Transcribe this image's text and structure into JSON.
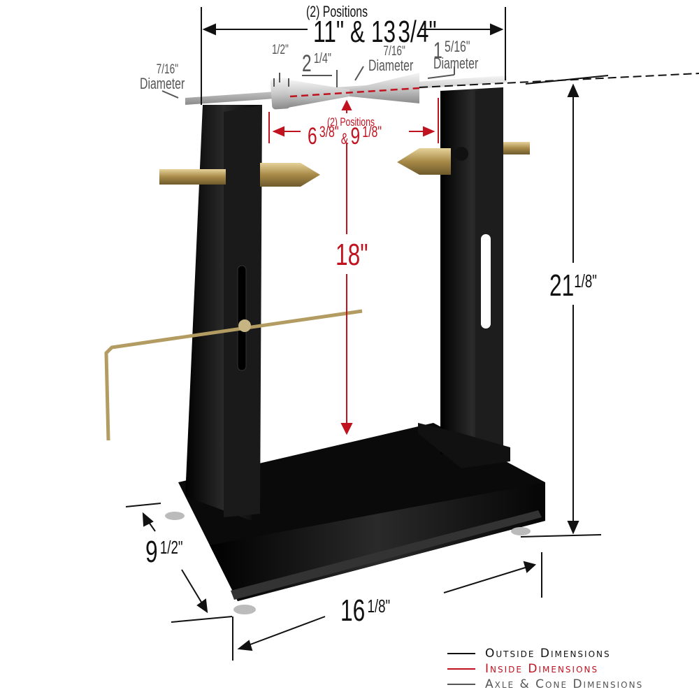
{
  "colors": {
    "outside": "#111111",
    "inside": "#c1121f",
    "axle_cone": "#555555",
    "stand_black": "#0d0d0d",
    "brass": "#b89a5a",
    "silver": "#d9d9d9"
  },
  "dimensions": {
    "top_width": {
      "note": "(2) Positions",
      "whole": "11\" & 13",
      "frac": "3/4\""
    },
    "axle_end_diameter": {
      "value": "7/16\"",
      "label": "Diameter"
    },
    "collar_width": {
      "value": "1/2\""
    },
    "cone_length": {
      "whole": "2",
      "frac": "1/4\""
    },
    "axle_center_diameter": {
      "value": "7/16\"",
      "label": "Diameter"
    },
    "cone_diameter": {
      "whole": "1",
      "frac": "5/16\"",
      "label": "Diameter"
    },
    "inside_width": {
      "note": "(2) Positions",
      "whole_a": "6",
      "frac_a": "3/8\"",
      "amp": "&",
      "whole_b": "9",
      "frac_b": "1/8\""
    },
    "inside_height": {
      "value": "18\""
    },
    "total_height": {
      "whole": "21",
      "frac": "1/8\""
    },
    "base_depth": {
      "whole": "9",
      "frac": "1/2\""
    },
    "base_length": {
      "whole": "16",
      "frac": "1/8\""
    }
  },
  "legend": [
    {
      "label": "Outside Dimensions",
      "color": "#111111"
    },
    {
      "label": "Inside Dimensions",
      "color": "#c1121f"
    },
    {
      "label": "Axle & Cone Dimensions",
      "color": "#555555"
    }
  ]
}
